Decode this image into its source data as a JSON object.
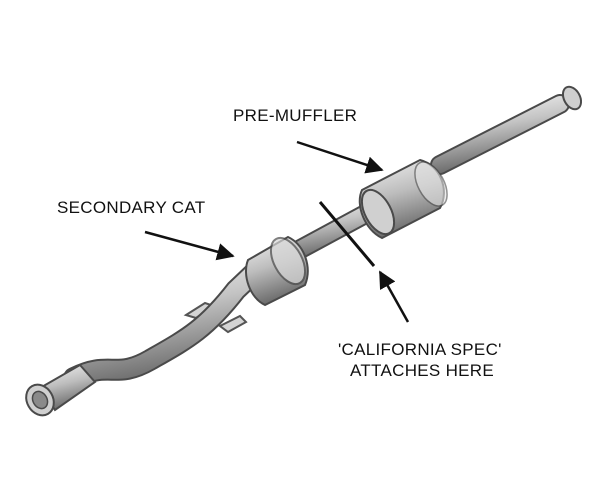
{
  "labels": {
    "pre_muffler": "PRE-MUFFLER",
    "secondary_cat": "SECONDARY CAT",
    "california_line1": "'CALIFORNIA SPEC'",
    "california_line2": "ATTACHES HERE"
  },
  "colors": {
    "pipe_light": "#e6e6e6",
    "pipe_mid": "#b4b4b4",
    "pipe_dark": "#7a7a7a",
    "outline": "#4a4a4a",
    "arrow": "#111111",
    "text": "#111111"
  }
}
